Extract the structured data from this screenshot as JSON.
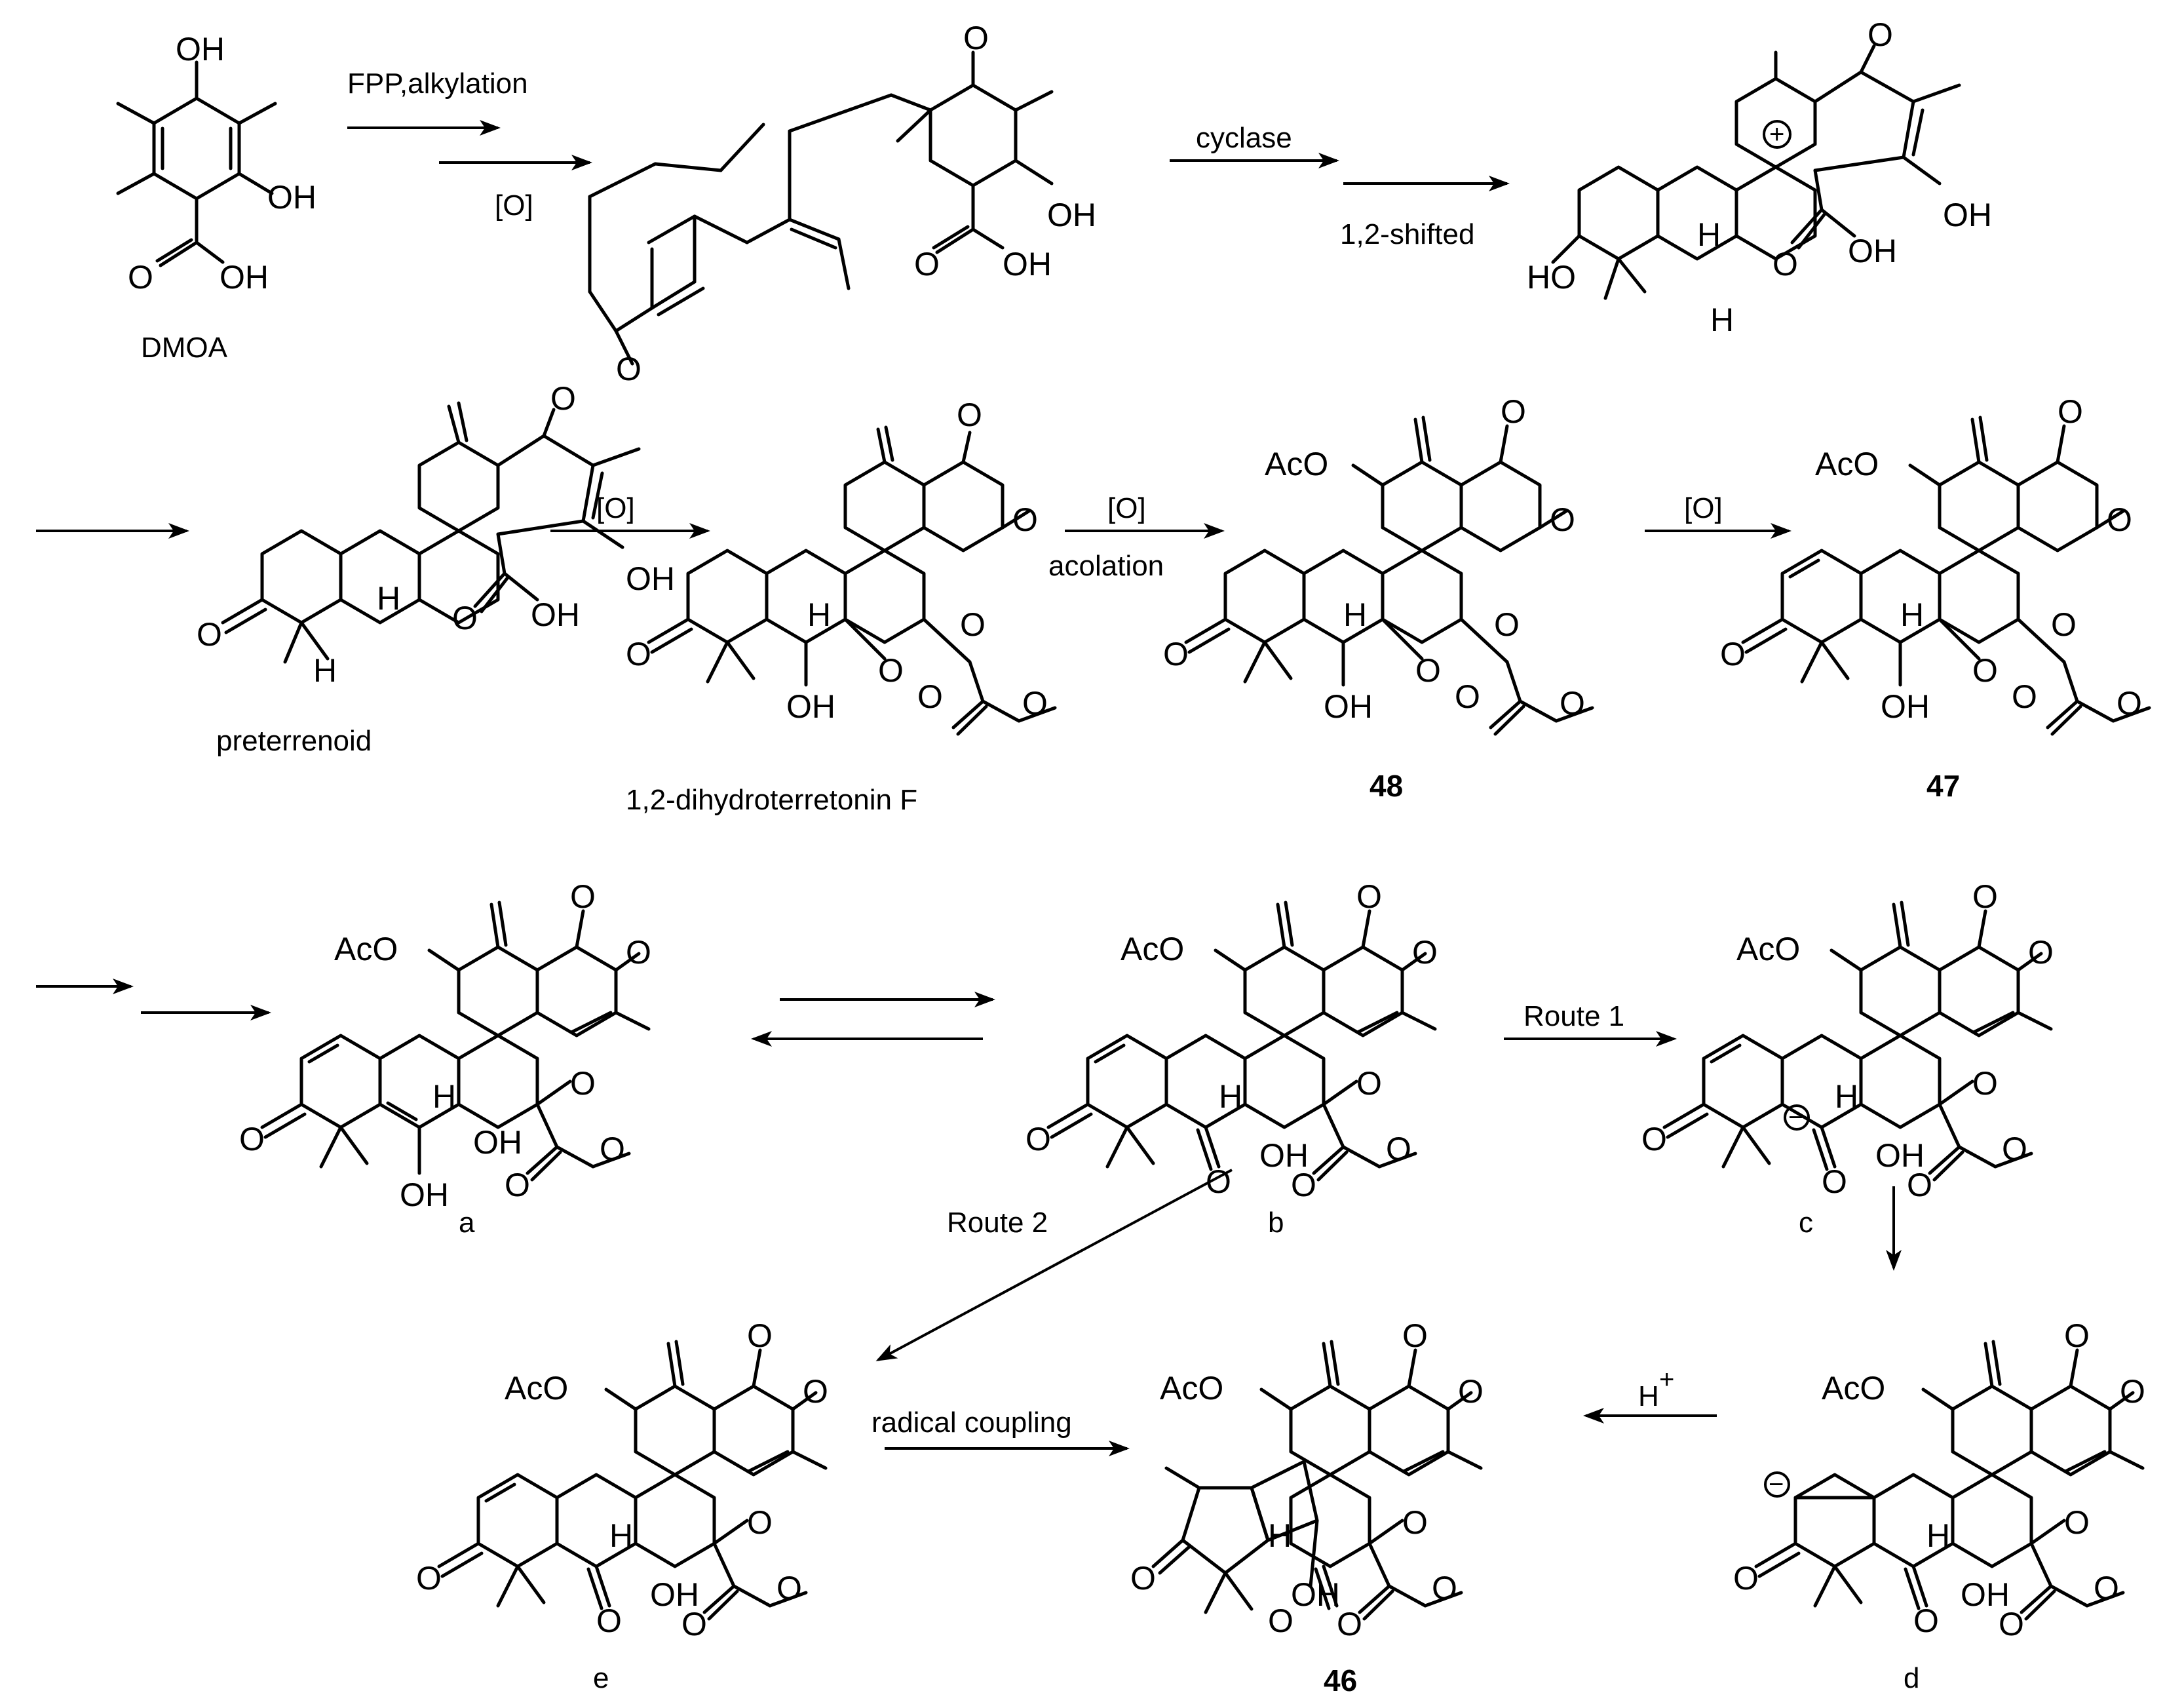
{
  "compounds": {
    "dmoa": "DMOA",
    "preterrenoid": "preterrenoid",
    "dihydro": "1,2-dihydroterretonin F",
    "c48": "48",
    "c47": "47",
    "a": "a",
    "b": "b",
    "c": "c",
    "d": "d",
    "e": "e",
    "c46": "46"
  },
  "steps": {
    "s1_top": "FPP,alkylation",
    "s1_bottom": "[O]",
    "s2_top": "cyclase",
    "s2_bottom": "1,2-shifted",
    "s3": "[O]",
    "s4_top": "[O]",
    "s4_bottom": "acolation",
    "s5": "[O]",
    "route1": "Route 1",
    "route2": "Route 2",
    "radical": "radical coupling",
    "hplus": "H"
  },
  "atoms": {
    "oh": "OH",
    "o": "O",
    "h": "H",
    "ho": "HO",
    "aco": "AcO",
    "plus": "+",
    "minus": "−"
  }
}
